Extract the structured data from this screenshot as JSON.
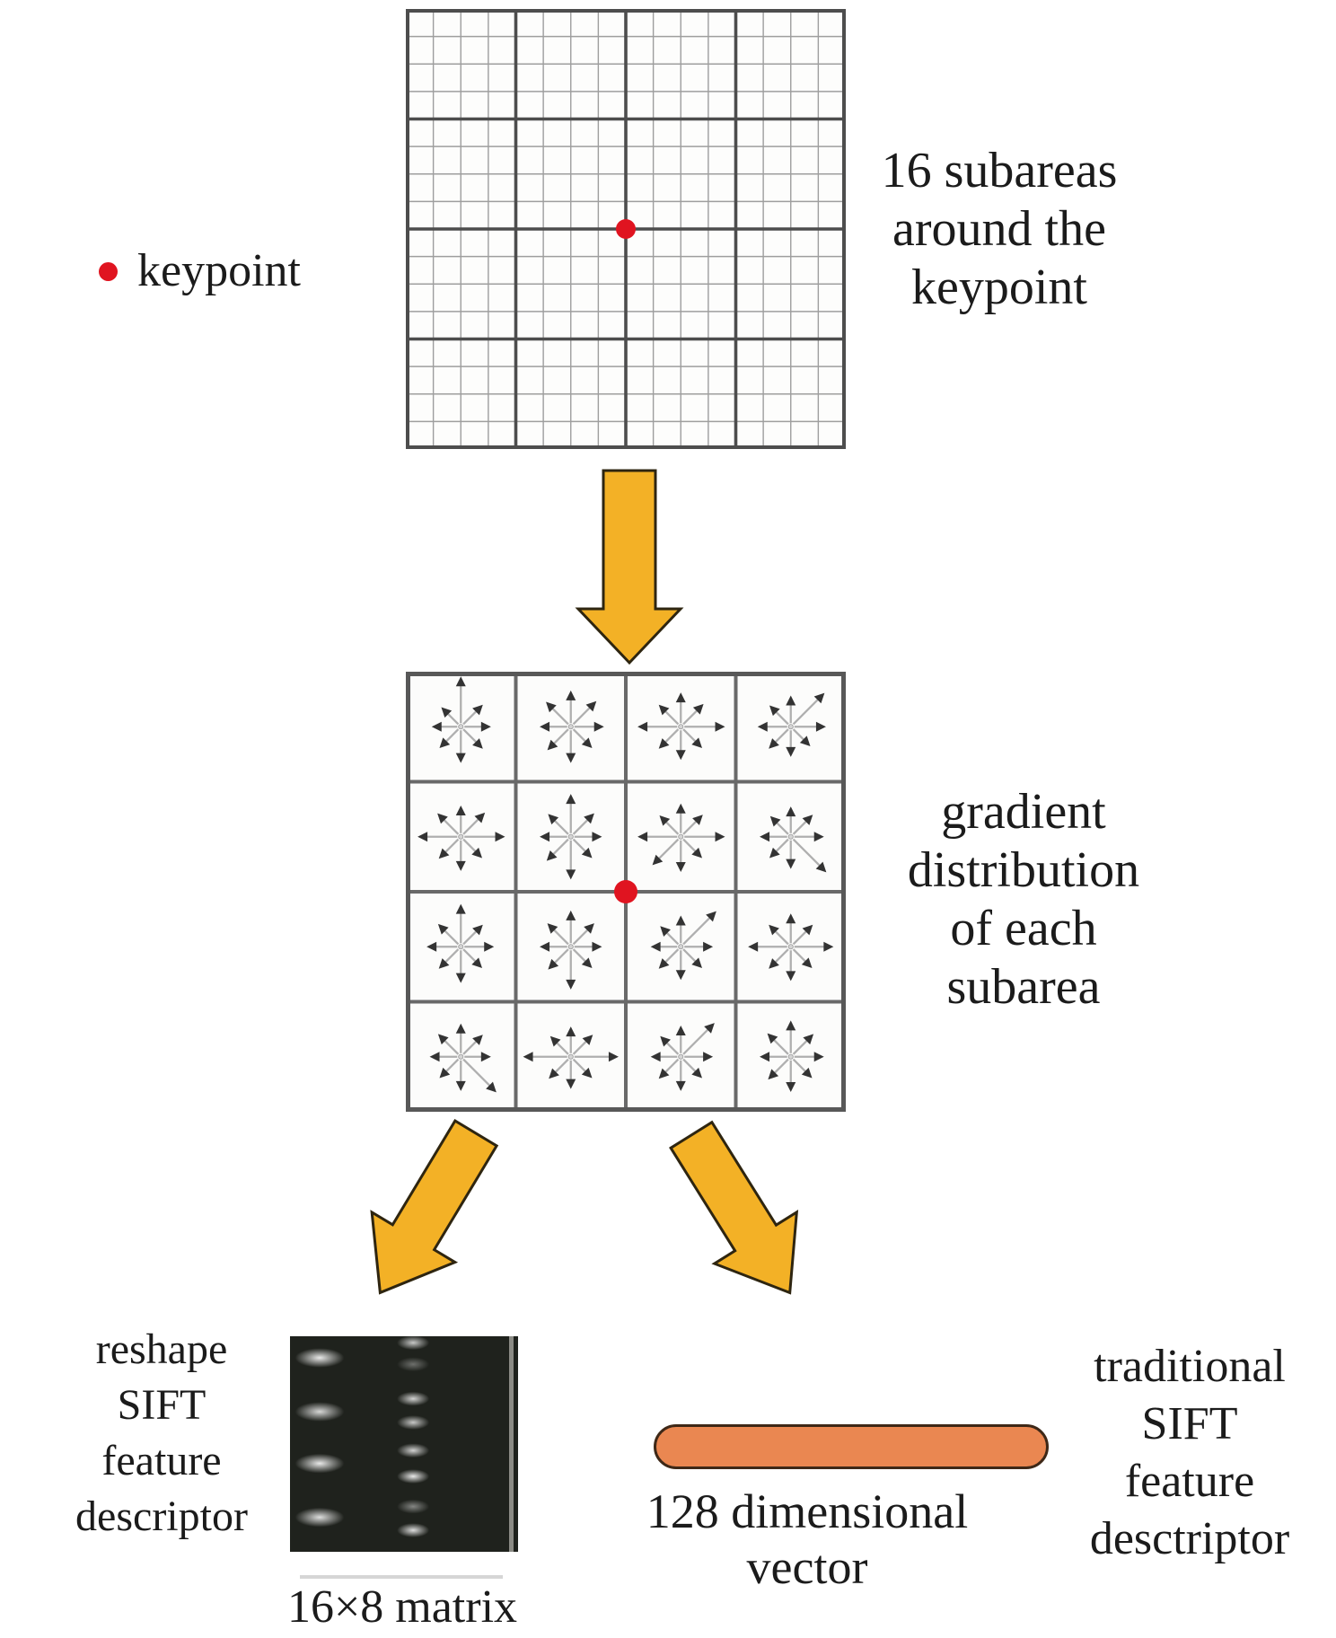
{
  "colors": {
    "flow_arrow": "#F3B126",
    "flow_arrow_outline": "#2E2510",
    "capsule_fill": "#EA8751",
    "capsule_border": "#3E2817",
    "keypoint_red": "#E01420",
    "text": "#1B1B1B",
    "grid_fine_line": "#9E9E9E",
    "grid_coarse_line": "#4D4D4D",
    "subarea_cell_line": "#696969",
    "gradient_arrow_shaft": "#AFAFAF",
    "gradient_arrow_head": "#333333",
    "matrix_background": "#1F221D",
    "matrix_edge_line": "#8B8B85"
  },
  "legend": {
    "keypoint_label": "keypoint"
  },
  "top_grid": {
    "label": "16 subareas\naround the\nkeypoint",
    "fine_divisions": 16,
    "coarse_divisions": 4
  },
  "middle_grid": {
    "label": "gradient\ndistribution\nof each\nsubarea",
    "rows": 4,
    "cols": 4,
    "cells": [
      [
        1.0,
        0.62,
        0.6,
        0.62,
        0.72,
        0.6,
        0.58,
        0.55
      ],
      [
        0.72,
        0.72,
        0.66,
        0.6,
        0.72,
        0.66,
        0.62,
        0.7
      ],
      [
        0.68,
        0.64,
        0.88,
        0.6,
        0.66,
        0.62,
        0.86,
        0.62
      ],
      [
        0.62,
        0.95,
        0.7,
        0.55,
        0.6,
        0.62,
        0.66,
        0.6
      ],
      [
        0.62,
        0.68,
        0.88,
        0.6,
        0.68,
        0.62,
        0.86,
        0.66
      ],
      [
        0.85,
        0.66,
        0.62,
        0.6,
        0.85,
        0.68,
        0.62,
        0.64
      ],
      [
        0.66,
        0.62,
        0.88,
        0.6,
        0.7,
        0.8,
        0.86,
        0.6
      ],
      [
        0.6,
        0.62,
        0.66,
        1.0,
        0.64,
        0.6,
        0.62,
        0.58
      ],
      [
        0.85,
        0.62,
        0.66,
        0.6,
        0.72,
        0.62,
        0.68,
        0.64
      ],
      [
        0.72,
        0.66,
        0.62,
        0.6,
        0.85,
        0.64,
        0.62,
        0.66
      ],
      [
        0.62,
        1.0,
        0.64,
        0.6,
        0.66,
        0.62,
        0.6,
        0.58
      ],
      [
        0.66,
        0.62,
        0.85,
        0.6,
        0.68,
        0.62,
        0.85,
        0.62
      ],
      [
        0.66,
        0.62,
        0.6,
        1.0,
        0.68,
        0.6,
        0.62,
        0.64
      ],
      [
        0.6,
        0.62,
        0.95,
        0.6,
        0.64,
        0.62,
        0.95,
        0.58
      ],
      [
        0.62,
        0.95,
        0.64,
        0.6,
        0.68,
        0.62,
        0.6,
        0.58
      ],
      [
        0.72,
        0.64,
        0.66,
        0.6,
        0.7,
        0.64,
        0.62,
        0.66
      ]
    ]
  },
  "bottom_left": {
    "label": "reshape\nSIFT\nfeature\ndescriptor",
    "caption": "16×8 matrix",
    "matrix_blobs_left": {
      "x": 0.13,
      "ys": [
        0.1,
        0.35,
        0.59,
        0.84
      ],
      "alphas": [
        0.9,
        0.82,
        0.9,
        0.85
      ],
      "rx": 38,
      "ry": 15
    },
    "matrix_blobs_right": {
      "x": 0.54,
      "ys": [
        0.03,
        0.13,
        0.29,
        0.4,
        0.53,
        0.65,
        0.79,
        0.9
      ],
      "alphas": [
        0.75,
        0.35,
        0.8,
        0.75,
        0.8,
        0.9,
        0.45,
        0.85
      ],
      "rx": 25,
      "ry": 11
    },
    "matrix_edge_x": 0.96
  },
  "bottom_right": {
    "vector_label": "128 dimensional\nvector",
    "label": "traditional\nSIFT\nfeature\ndesctriptor"
  }
}
